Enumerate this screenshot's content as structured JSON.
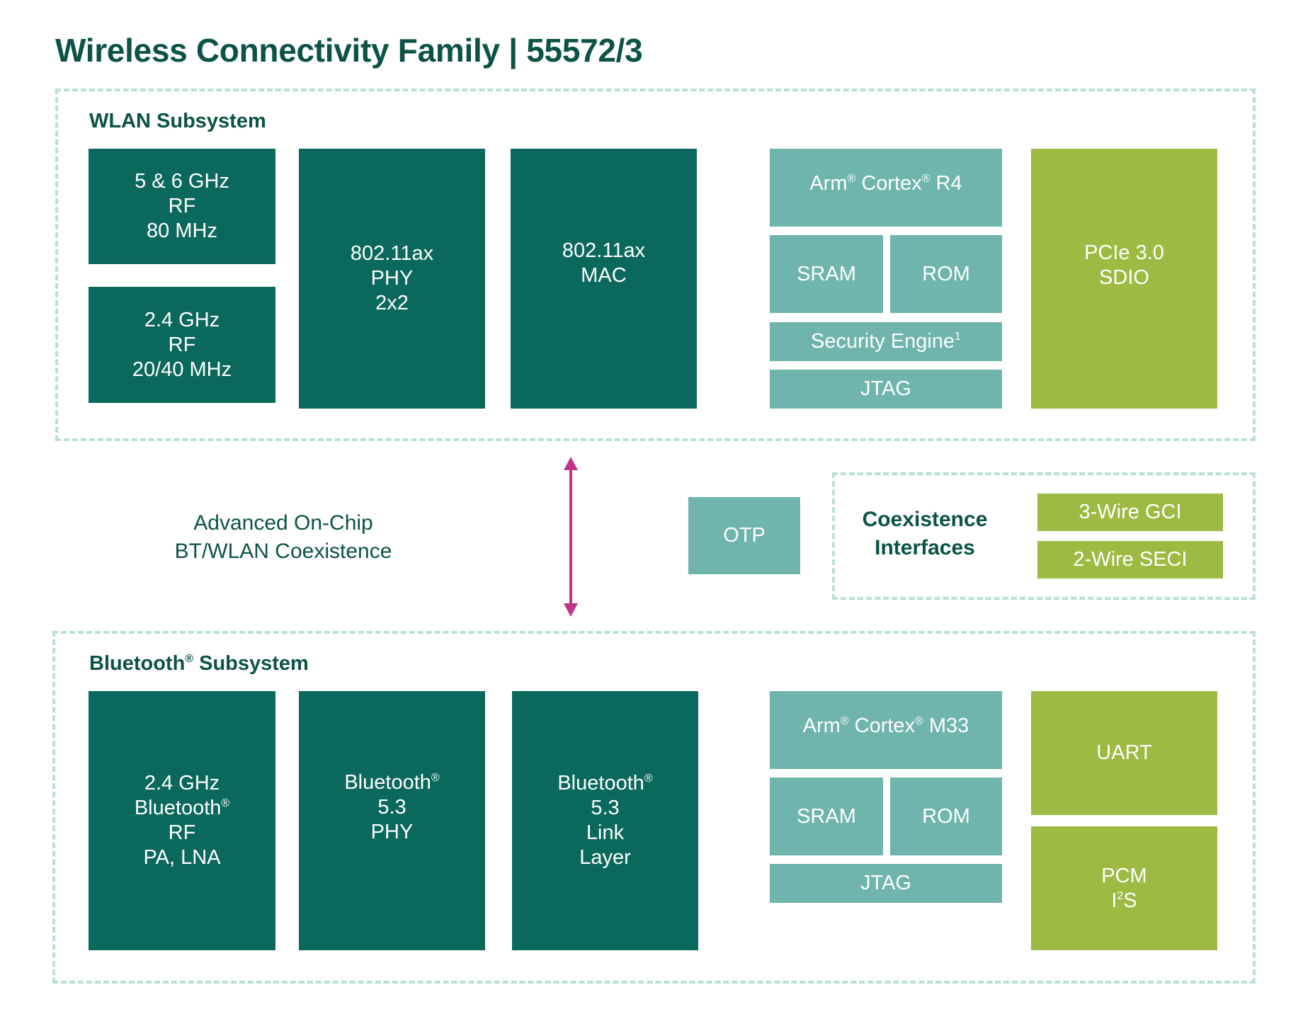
{
  "title": "Wireless Connectivity Family | 55572/3",
  "colors": {
    "title_text": "#0b5346",
    "dashed_border": "#b9dfd9",
    "dark_block": "#0b685c",
    "teal_block": "#6fb4ad",
    "lime_block": "#9dba43",
    "arrow": "#c0348a"
  },
  "wlan": {
    "label": "WLAN Subsystem",
    "rf_high": [
      "5 & 6 GHz",
      "RF",
      "80 MHz"
    ],
    "rf_low": [
      "2.4 GHz",
      "RF",
      "20/40 MHz"
    ],
    "phy": [
      "802.11ax",
      "PHY",
      "2x2"
    ],
    "mac": [
      "802.11ax",
      "MAC"
    ],
    "cpu": {
      "base": "Arm",
      "sup1": "®",
      "mid": " Cortex",
      "sup2": "®",
      "tail": " R4"
    },
    "sram": "SRAM",
    "rom": "ROM",
    "security": {
      "text": "Security Engine",
      "footnote": "1"
    },
    "jtag": "JTAG",
    "host_if": [
      "PCIe 3.0",
      "SDIO"
    ]
  },
  "middle": {
    "coex_text": [
      "Advanced On-Chip",
      "BT/WLAN Coexistence"
    ],
    "arrow_icon": "double-headed-vertical-arrow",
    "otp": "OTP",
    "coex_interfaces_label": [
      "Coexistence",
      "Interfaces"
    ],
    "gci": "3-Wire GCI",
    "seci": "2-Wire SECI"
  },
  "bt": {
    "label": {
      "base": "Bluetooth",
      "sup": "®",
      "tail": " Subsystem"
    },
    "rf": [
      {
        "text": "2.4 GHz"
      },
      {
        "text": "Bluetooth",
        "sup": "®"
      },
      {
        "text": "RF"
      },
      {
        "text": "PA, LNA"
      }
    ],
    "phy": [
      {
        "text": "Bluetooth",
        "sup": "®"
      },
      {
        "text": "5.3"
      },
      {
        "text": "PHY"
      }
    ],
    "link": [
      {
        "text": "Bluetooth",
        "sup": "®"
      },
      {
        "text": "5.3"
      },
      {
        "text": "Link"
      },
      {
        "text": "Layer"
      }
    ],
    "cpu": {
      "base": "Arm",
      "sup1": "®",
      "mid": " Cortex",
      "sup2": "®",
      "tail": " M33"
    },
    "sram": "SRAM",
    "rom": "ROM",
    "jtag": "JTAG",
    "uart": "UART",
    "pcm": [
      "PCM",
      "I",
      "2",
      "S"
    ]
  }
}
